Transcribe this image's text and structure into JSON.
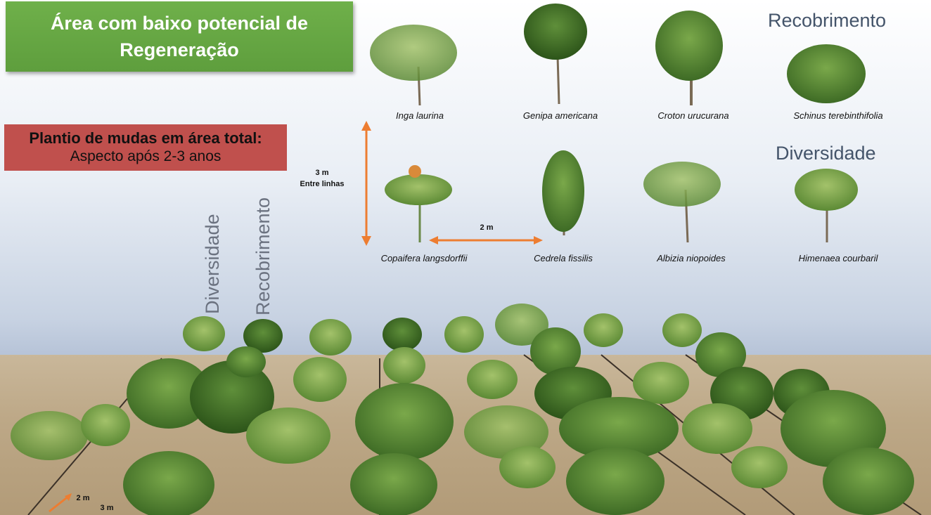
{
  "title": {
    "line1": "Área com baixo potencial de",
    "line2": "Regeneração"
  },
  "plantio": {
    "line1": "Plantio de mudas em área total:",
    "line2": "Aspecto após 2-3 anos"
  },
  "labels": {
    "recobrimento": "Recobrimento",
    "diversidade": "Diversidade"
  },
  "species_row1": [
    "Inga laurina",
    "Genipa americana",
    "Croton urucurana",
    "Schinus terebinthifolia"
  ],
  "species_row2": [
    "Copaifera langsdorffii",
    "Cedrela fissilis",
    "Albizia niopoides",
    "Himenaea courbaril"
  ],
  "dimensions": {
    "between_rows_value": "3 m",
    "between_rows_label": "Entre linhas",
    "between_plants": "2 m",
    "ground_2m": "2 m",
    "ground_3m": "3 m"
  },
  "colors": {
    "title_bg": "#6fb04a",
    "plantio_bg": "#c0504d",
    "arrow": "#ed7d31",
    "label_blue": "#44546a"
  }
}
